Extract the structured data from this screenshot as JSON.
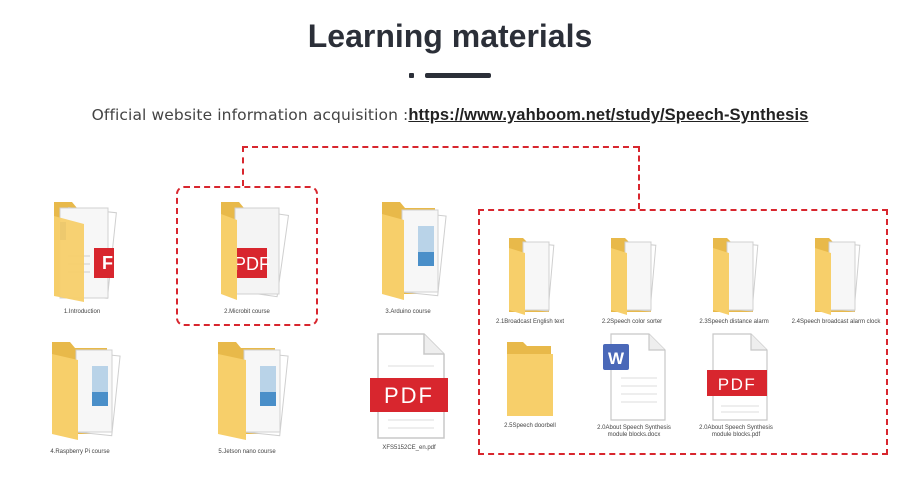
{
  "header": {
    "title": "Learning materials"
  },
  "info": {
    "prefix": "Official website information acquisition :",
    "link": "https://www.yahboom.net/study/Speech-Synthesis"
  },
  "colors": {
    "accent": "#d8262e",
    "folder": "#f7cf6a",
    "title": "#2b2f38"
  },
  "left_items": [
    {
      "label": "1.Introduction",
      "icon": "folder-pdf-icon"
    },
    {
      "label": "2.Microbit course",
      "icon": "folder-pdf-icon"
    },
    {
      "label": "3.Arduino course",
      "icon": "folder-image-icon"
    },
    {
      "label": "4.Raspberry Pi course",
      "icon": "folder-image-icon"
    },
    {
      "label": "5.Jetson nano course",
      "icon": "folder-image-icon"
    },
    {
      "label": "XFS5152CE_en.pdf",
      "icon": "pdf-file-icon"
    }
  ],
  "right_items": [
    {
      "label": "2.1Broadcast English text",
      "icon": "folder-doc-icon"
    },
    {
      "label": "2.2Speech color sorter",
      "icon": "folder-doc-icon"
    },
    {
      "label": "2.3Speech distance alarm",
      "icon": "folder-doc-icon"
    },
    {
      "label": "2.4Speech broadcast alarm clock",
      "icon": "folder-doc-icon"
    },
    {
      "label": "2.5Speech doorbell",
      "icon": "empty-folder-icon"
    },
    {
      "label": "2.0About Speech Synthesis module blocks.docx",
      "icon": "word-file-icon"
    },
    {
      "label": "2.0About Speech Synthesis module blocks.pdf",
      "icon": "pdf-file-icon"
    }
  ],
  "pdf_badge": "PDF",
  "word_badge": "W"
}
